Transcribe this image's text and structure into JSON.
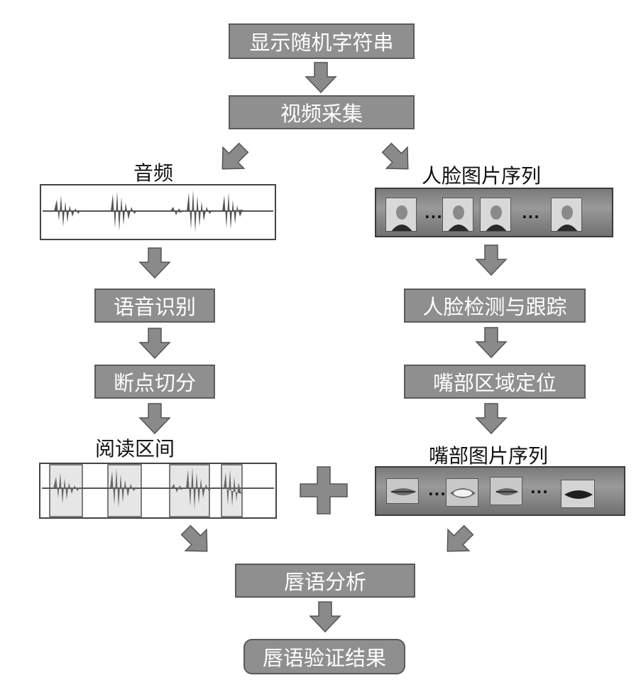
{
  "steps": {
    "show_random_string": "显示随机字符串",
    "video_capture": "视频采集",
    "speech_recognition": "语音识别",
    "breakpoint_split": "断点切分",
    "face_detect_track": "人脸检测与跟踪",
    "mouth_locate": "嘴部区域定位",
    "lip_analysis": "唇语分析",
    "lip_result": "唇语验证结果"
  },
  "labels": {
    "audio": "音频",
    "face_sequence": "人脸图片序列",
    "reading_interval": "阅读区间",
    "mouth_sequence": "嘴部图片序列"
  },
  "symbols": {
    "ellipsis": "..."
  },
  "colors": {
    "box_fill": "#8f8f8f",
    "arrow_fill": "#8a8a8a",
    "waveform": "#555555",
    "interval_fill": "#e6e6e6"
  }
}
